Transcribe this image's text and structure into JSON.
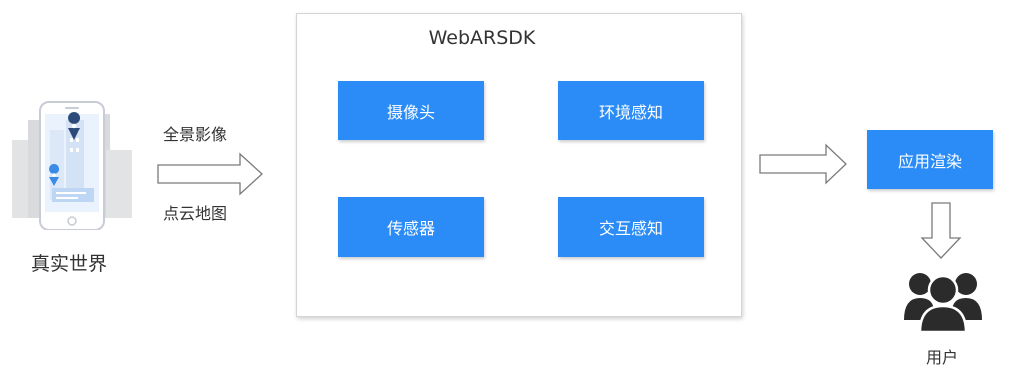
{
  "diagram": {
    "real_world": {
      "label": "真实世界",
      "icon": "phone-city-icon",
      "colors": {
        "city": "#e2e3e5",
        "phone": "#c8ccd4",
        "screen": "#eaf3fd",
        "pin_blue": "#3a8be8",
        "pin_dark": "#2c4a7a"
      }
    },
    "inputs": [
      "全景影像",
      "点云地图"
    ],
    "sdk": {
      "title": "WebARSDK",
      "nodes": {
        "camera": "摄像头",
        "sensor": "传感器",
        "env_perception": "环境感知",
        "interaction": "交互感知"
      }
    },
    "render": "应用渲染",
    "user": {
      "label": "用户",
      "icon": "users-icon",
      "color": "#2b2b2b"
    },
    "colors": {
      "node": "#2b8cf7",
      "node_text": "#ffffff",
      "arrow": "#6b6b6b",
      "panel_border": "#d4d4d4"
    }
  }
}
